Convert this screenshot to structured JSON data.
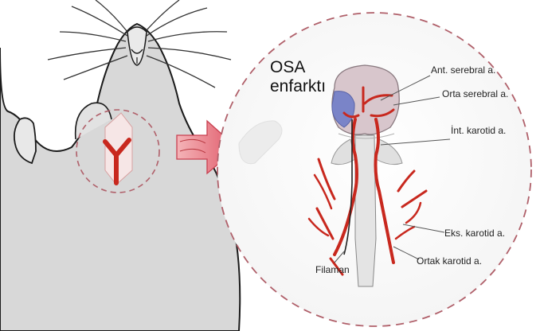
{
  "title_line1": "OSA",
  "title_line2": "enfarktı",
  "labels": {
    "ant_serebral": "Ant. serebral a.",
    "orta_serebral": "Orta serebral a.",
    "int_karotid": "İnt. karotid a.",
    "eks_karotid": "Eks. karotid a.",
    "ortak_karotid": "Ortak karotid a.",
    "filaman": "Filaman"
  },
  "colors": {
    "artery": "#c8281e",
    "dashed_circle": "#b0606a",
    "infarct": "#7a84c8",
    "mouse_body": "#d6d6d6",
    "arrow": "#e06470"
  }
}
